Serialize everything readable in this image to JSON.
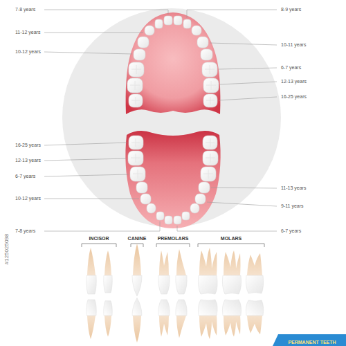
{
  "diagram": {
    "nodes": [
      {
        "text": [
          "PERMANENT TEETH"
        ]
      }
    ],
    "labels": [
      "7-8 years",
      "11-12 years",
      "10-12 years",
      "8-9 years",
      "10-11 years",
      "6-7 years",
      "12-13 years",
      "16-25 years",
      "16-25 years",
      "12-13 years",
      "6-7 years",
      "10-12 years",
      "7-8 years",
      "11-13 years",
      "9-11 years",
      "6-7 years",
      "INCISOR",
      "CANINE",
      "PREMOLARS",
      "MOLARS",
      "#125025098"
    ]
  }
}
